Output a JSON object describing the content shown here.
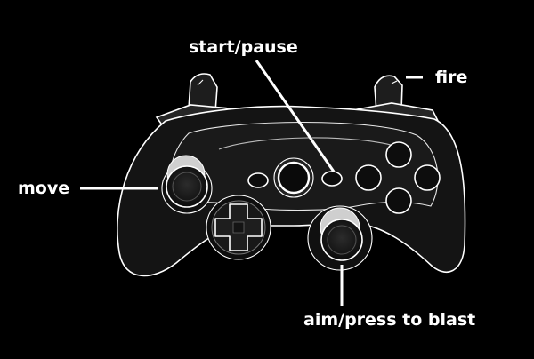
{
  "labels": {
    "start_pause": "start/pause",
    "fire": "fire",
    "move": "move",
    "aim": "aim/press to blast"
  },
  "colors": {
    "background": "#000000",
    "body": "#141414",
    "body_shade": "#1f1f1f",
    "line": "#ffffff",
    "stick_ring": "#cfcfcf"
  }
}
